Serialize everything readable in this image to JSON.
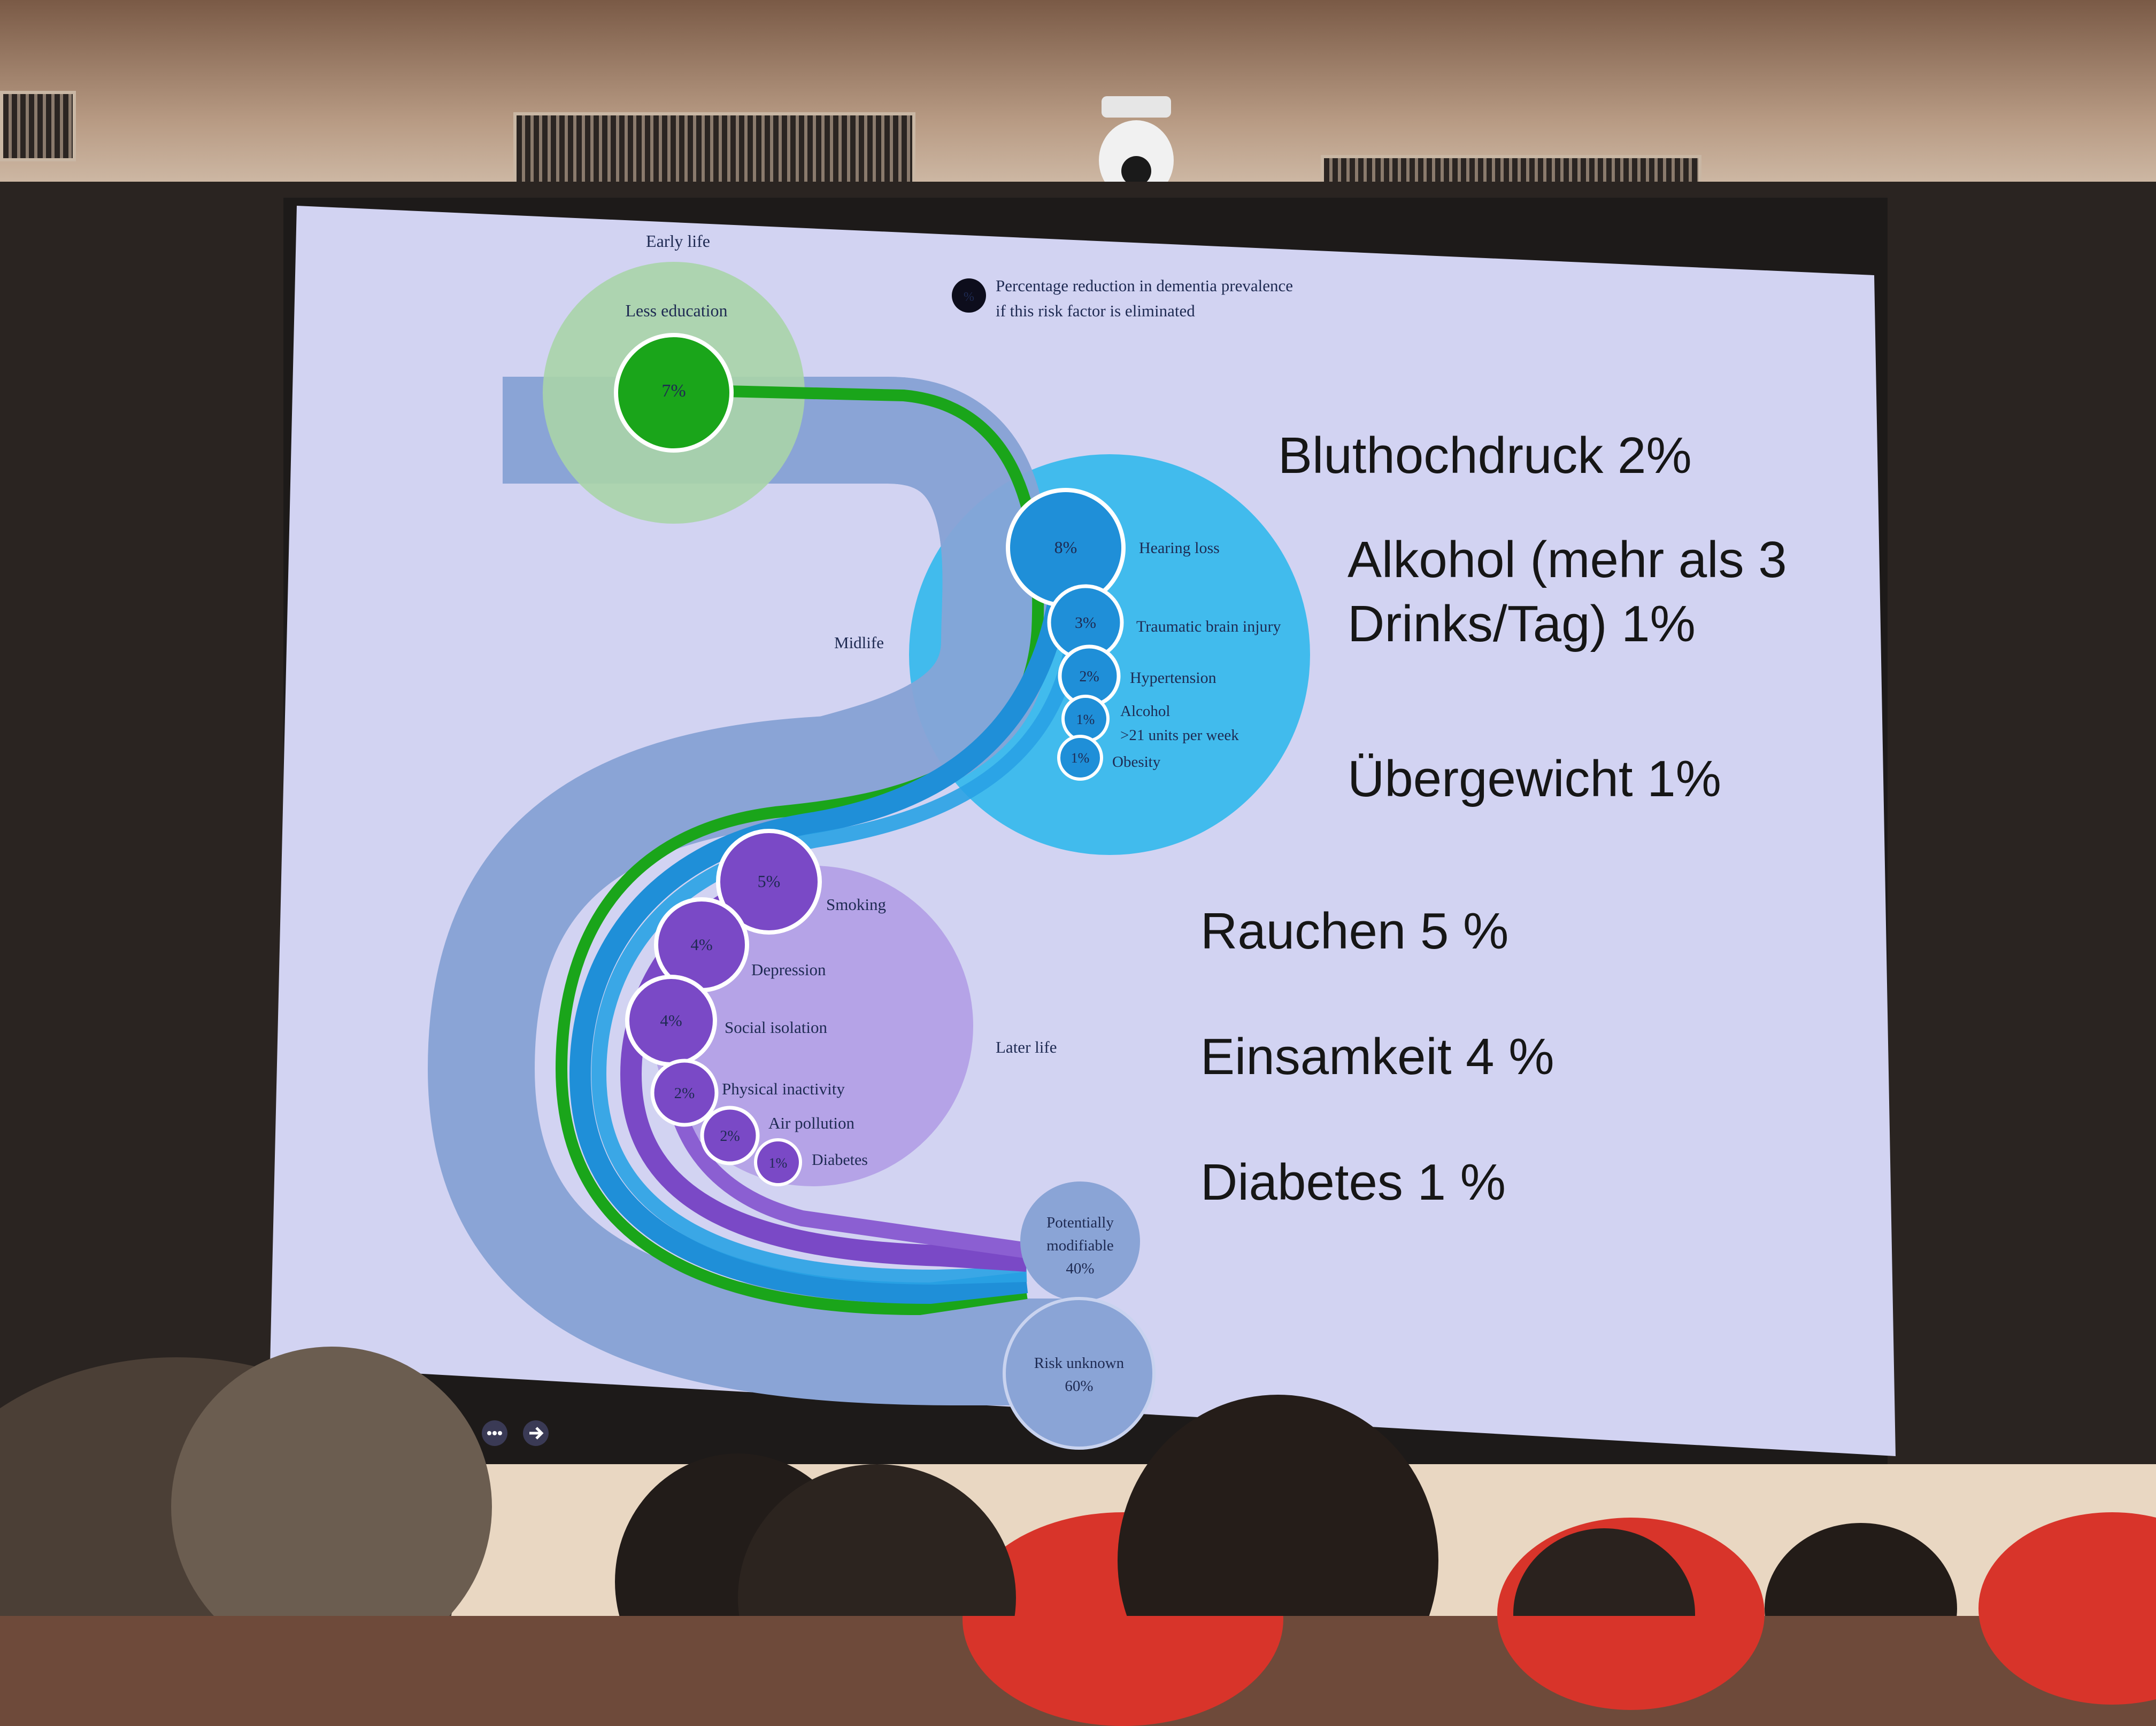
{
  "diagram": {
    "stages": {
      "early": "Early life",
      "mid": "Midlife",
      "later": "Later life"
    },
    "legend": {
      "badge": "%",
      "line1": "Percentage reduction in dementia prevalence",
      "line2": "if this risk factor is eliminated"
    },
    "risk_factors": [
      {
        "stage": "early",
        "label": "Less education",
        "percent": "7%"
      },
      {
        "stage": "mid",
        "label": "Hearing loss",
        "percent": "8%"
      },
      {
        "stage": "mid",
        "label": "Traumatic brain injury",
        "percent": "3%"
      },
      {
        "stage": "mid",
        "label": "Hypertension",
        "percent": "2%"
      },
      {
        "stage": "mid",
        "label": "Alcohol",
        "label2": ">21 units per week",
        "percent": "1%"
      },
      {
        "stage": "mid",
        "label": "Obesity",
        "percent": "1%"
      },
      {
        "stage": "later",
        "label": "Smoking",
        "percent": "5%"
      },
      {
        "stage": "later",
        "label": "Depression",
        "percent": "4%"
      },
      {
        "stage": "later",
        "label": "Social isolation",
        "percent": "4%"
      },
      {
        "stage": "later",
        "label": "Physical inactivity",
        "percent": "2%"
      },
      {
        "stage": "later",
        "label": "Air pollution",
        "percent": "2%"
      },
      {
        "stage": "later",
        "label": "Diabetes",
        "percent": "1%"
      }
    ],
    "outcomes": {
      "modifiable": {
        "line1": "Potentially",
        "line2": "modifiable",
        "percent": "40%"
      },
      "unknown": {
        "line1": "Risk unknown",
        "percent": "60%"
      }
    }
  },
  "annotations": [
    "Bluthochdruck 2%",
    "Alkohol (mehr als 3",
    "Drinks/Tag) 1%",
    "Übergewicht 1%",
    "Rauchen 5 %",
    "Einsamkeit 4 %",
    "Diabetes 1 %"
  ],
  "colors": {
    "slide_bg": "#d2d3f2",
    "early_green": "#1aa51a",
    "early_halo": "#a9d4a8",
    "mid_blue": "#1f8fd8",
    "mid_halo": "#39b9ec",
    "later_purple": "#7a49c6",
    "later_halo": "#b3a0e6",
    "path_grey_blue": "#8aa4d6"
  }
}
